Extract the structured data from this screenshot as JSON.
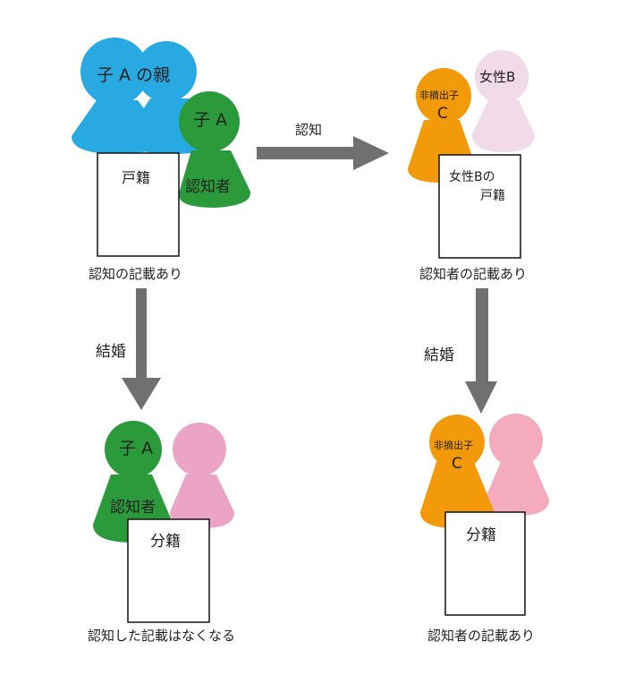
{
  "colors": {
    "blue": "#29a9e1",
    "green": "#2a9a3b",
    "orange": "#f39a0a",
    "pink": "#eba3c6",
    "light_pink": "#f1dbe9",
    "rose": "#f3abbd",
    "arrow": "#707070",
    "doc_border": "#111111"
  },
  "top_left": {
    "parent_label": "子 A の親",
    "child_name": "子 A",
    "child_role": "認知者",
    "document": "戸籍",
    "caption": "認知の記載あり"
  },
  "top_right": {
    "woman": "女性B",
    "child_line1": "非摘出子",
    "child_line2": "C",
    "document_line1": "女性Bの",
    "document_line2": "戸籍",
    "caption": "認知者の記載あり"
  },
  "bottom_left": {
    "child_name": "子 A",
    "child_role": "認知者",
    "document": "分籍",
    "caption": "認知した記載はなくなる"
  },
  "bottom_right": {
    "child_line1": "非摘出子",
    "child_line2": "C",
    "document": "分籍",
    "caption": "認知者の記載あり"
  },
  "arrows": {
    "recognition": "認知",
    "marriage_left": "結婚",
    "marriage_right": "結婚"
  }
}
